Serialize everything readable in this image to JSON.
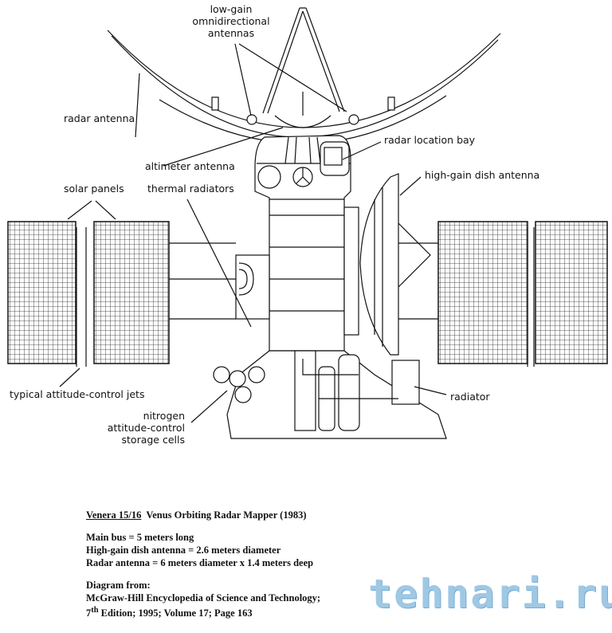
{
  "labels": {
    "low_gain": [
      "low-gain",
      "omnidirectional",
      "antennas"
    ],
    "radar_antenna": "radar antenna",
    "altimeter_antenna": "altimeter antenna",
    "radar_location_bay": "radar location bay",
    "high_gain": "high-gain dish antenna",
    "solar_panels": "solar panels",
    "thermal_radiators": "thermal radiators",
    "attitude_jets": "typical attitude-control jets",
    "nitrogen": [
      "nitrogen",
      "attitude-control",
      "storage cells"
    ],
    "radiator": "radiator"
  },
  "caption": {
    "title_underlined": "Venera 15/16",
    "title_rest": "Venus Orbiting Radar Mapper (1983)",
    "specs": [
      "Main bus = 5 meters long",
      "High-gain dish antenna = 2.6 meters diameter",
      "Radar antenna = 6 meters diameter x 1.4 meters deep"
    ],
    "source_heading": "Diagram from:",
    "source_line1": "McGraw-Hill Encyclopedia of Science and Technology;",
    "source_edition_num": "7",
    "source_edition_sup": "th",
    "source_line2": "Edition; 1995; Volume 17; Page 163"
  },
  "watermark": "tehnari.ru"
}
